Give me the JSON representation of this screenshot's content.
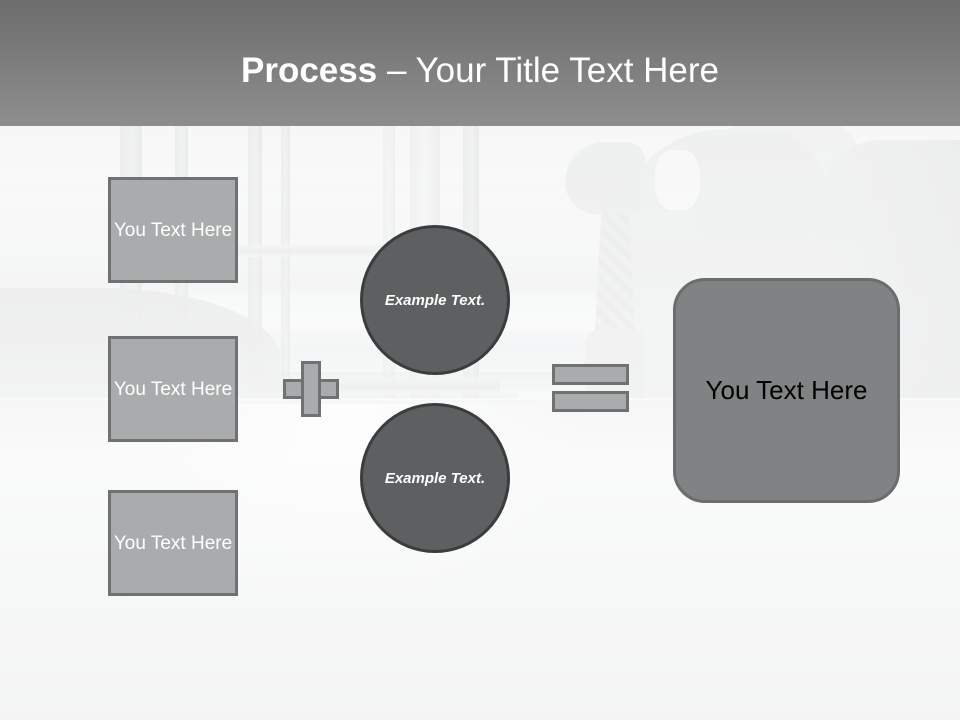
{
  "slide": {
    "header": {
      "title_strong": "Process",
      "title_rest": " – Your Title Text Here"
    },
    "inputs": [
      {
        "label": "You Text Here"
      },
      {
        "label": "You Text Here"
      },
      {
        "label": "You Text Here"
      }
    ],
    "operators": {
      "plus": "plus-sign",
      "equals": "equals-sign"
    },
    "middle": [
      {
        "label": "Example Text."
      },
      {
        "label": "Example Text."
      }
    ],
    "result": {
      "label": "You Text Here"
    },
    "colors": {
      "header_top": "#6d6d6d",
      "header_bottom": "#8d8d8d",
      "box_fill": "#a9abac",
      "box_border": "#6f7172",
      "circle_fill": "#5e5f60",
      "circle_border": "#3b3c3d",
      "result_fill": "#808283",
      "result_border": "#6a6c6d",
      "title_text": "#ffffff",
      "box_text": "#ffffff",
      "result_text": "#000000"
    }
  }
}
